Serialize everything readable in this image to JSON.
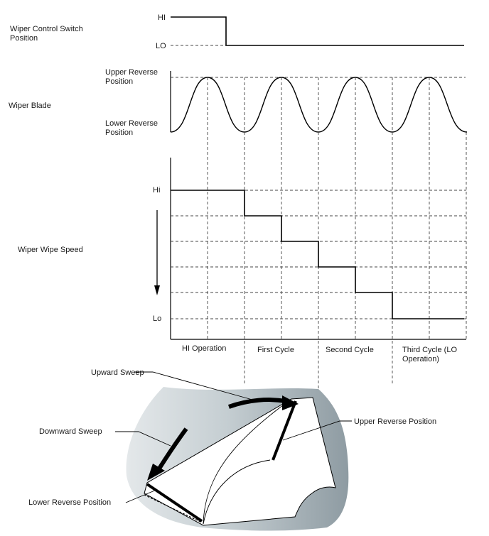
{
  "switch_chart": {
    "title": [
      "Wiper Control Switch",
      "Position"
    ],
    "hi_label": "HI",
    "lo_label": "LO"
  },
  "blade_chart": {
    "title": "Wiper Blade",
    "upper_label": [
      "Upper Reverse",
      "Position"
    ],
    "lower_label": [
      "Lower Reverse",
      "Position"
    ]
  },
  "speed_chart": {
    "title": "Wiper Wipe Speed",
    "hi_label": "Hi",
    "lo_label": "Lo",
    "phases": [
      [
        "HI Operation"
      ],
      [
        "First Cycle"
      ],
      [
        "Second Cycle"
      ],
      [
        "Third Cycle (LO",
        "Operation)"
      ]
    ]
  },
  "windshield": {
    "upward_sweep": "Upward Sweep",
    "downward_sweep": "Downward Sweep",
    "upper_reverse": "Upper Reverse Position",
    "lower_reverse": "Lower Reverse Position"
  }
}
